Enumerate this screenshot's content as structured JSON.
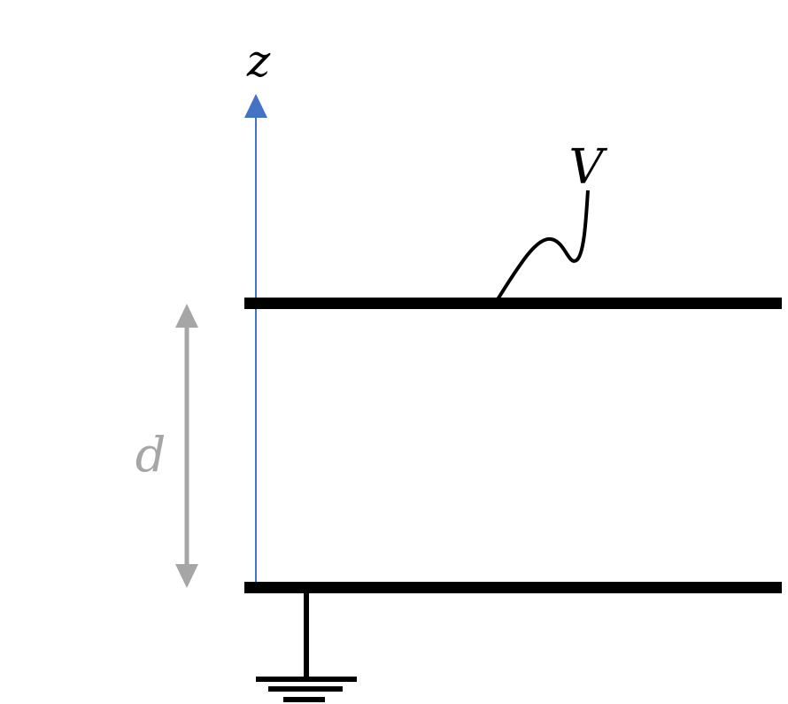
{
  "labels": {
    "axis": "z",
    "voltage": "V",
    "separation": "d"
  },
  "colors": {
    "plate": "#000000",
    "axis": "#4472c4",
    "dimension": "#a6a6a6"
  }
}
